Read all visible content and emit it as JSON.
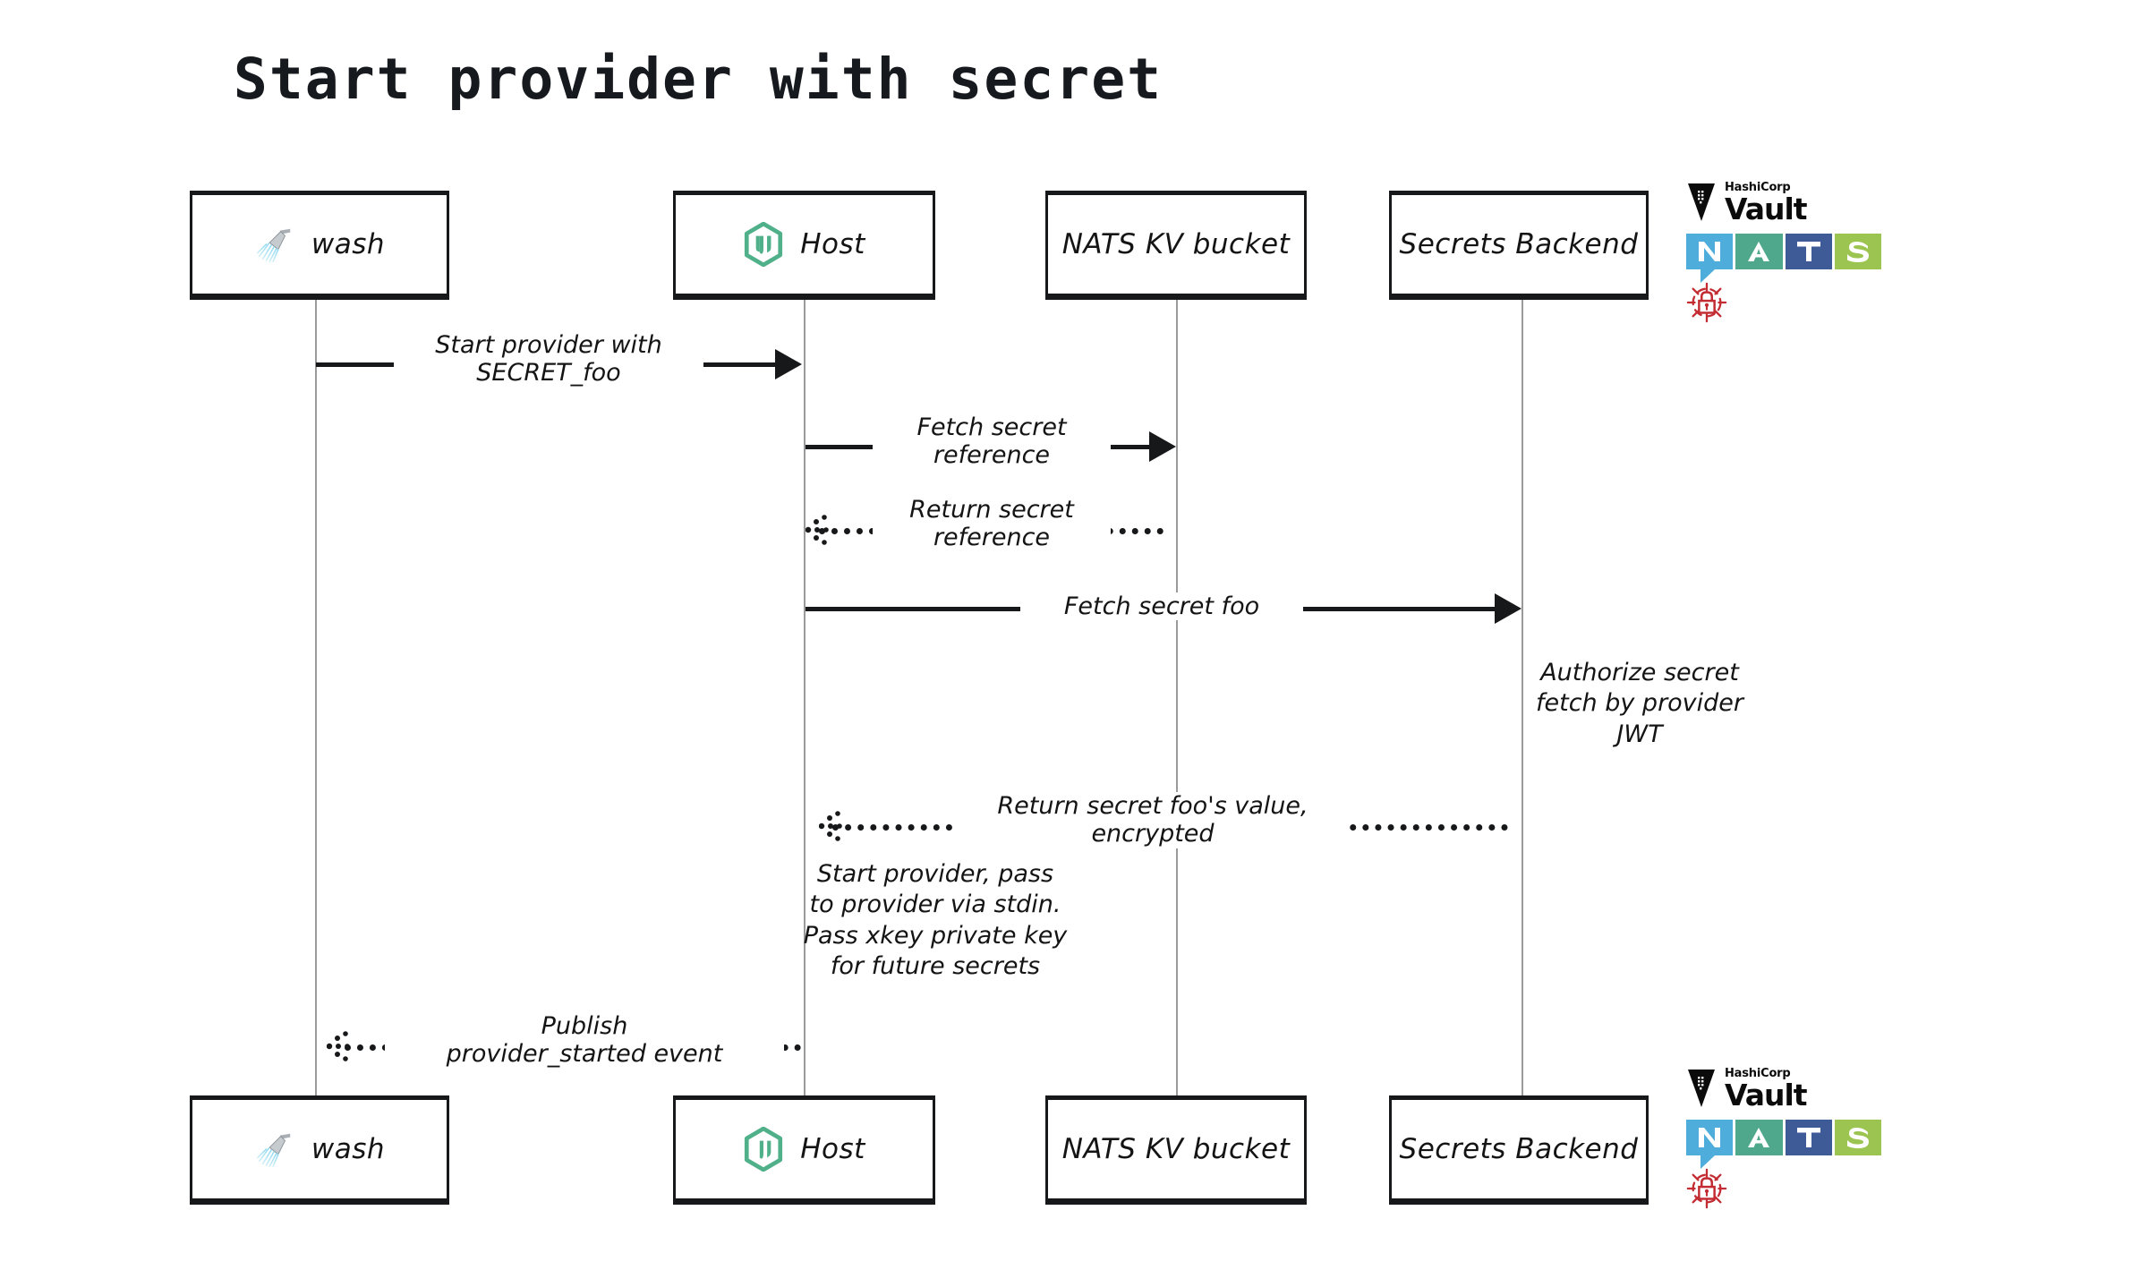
{
  "title": "Start provider with secret",
  "participants": [
    {
      "id": "wash",
      "label": "wash",
      "icon": "shower-icon"
    },
    {
      "id": "host",
      "label": "Host",
      "icon": "wasmcloud-hexagon-icon"
    },
    {
      "id": "nats-kv",
      "label": "NATS KV bucket",
      "icon": null
    },
    {
      "id": "secrets",
      "label": "Secrets Backend",
      "icon": null
    }
  ],
  "messages": [
    {
      "id": "start-provider",
      "label": "Start provider with\nSECRET_foo",
      "from": "wash",
      "to": "host",
      "style": "solid"
    },
    {
      "id": "fetch-ref",
      "label": "Fetch secret\nreference",
      "from": "host",
      "to": "nats-kv",
      "style": "solid"
    },
    {
      "id": "return-ref",
      "label": "Return secret\nreference",
      "from": "nats-kv",
      "to": "host",
      "style": "dotted"
    },
    {
      "id": "fetch-secret",
      "label": "Fetch secret foo",
      "from": "host",
      "to": "secrets",
      "style": "solid"
    },
    {
      "id": "return-secret",
      "label": "Return secret foo's value,\nencrypted",
      "from": "secrets",
      "to": "host",
      "style": "dotted"
    },
    {
      "id": "publish-event",
      "label": "Publish\nprovider_started event",
      "from": "host",
      "to": "wash",
      "style": "dotted"
    }
  ],
  "notes": [
    {
      "id": "authorize-note",
      "text": "Authorize secret\nfetch by provider\nJWT"
    },
    {
      "id": "start-provider-note",
      "text": "Start provider, pass\nto provider via stdin.\nPass xkey private key\nfor future secrets"
    }
  ],
  "logos": {
    "vault": {
      "vendor": "HashiCorp",
      "name": "Vault",
      "icon": "vault-triangle-icon"
    },
    "nats": {
      "letters": [
        "N",
        "A",
        "T",
        "S"
      ],
      "colors": [
        "#4FADDC",
        "#4FA88B",
        "#3E5B98",
        "#9BC450"
      ]
    },
    "secrets": {
      "icon": "red-padlock-target-icon",
      "color": "#C32C33"
    }
  },
  "colors": {
    "stroke": "#17181a",
    "lifeline": "#9a9a9a",
    "wasmcloud_green": "#4FB08A",
    "background": "#ffffff"
  }
}
